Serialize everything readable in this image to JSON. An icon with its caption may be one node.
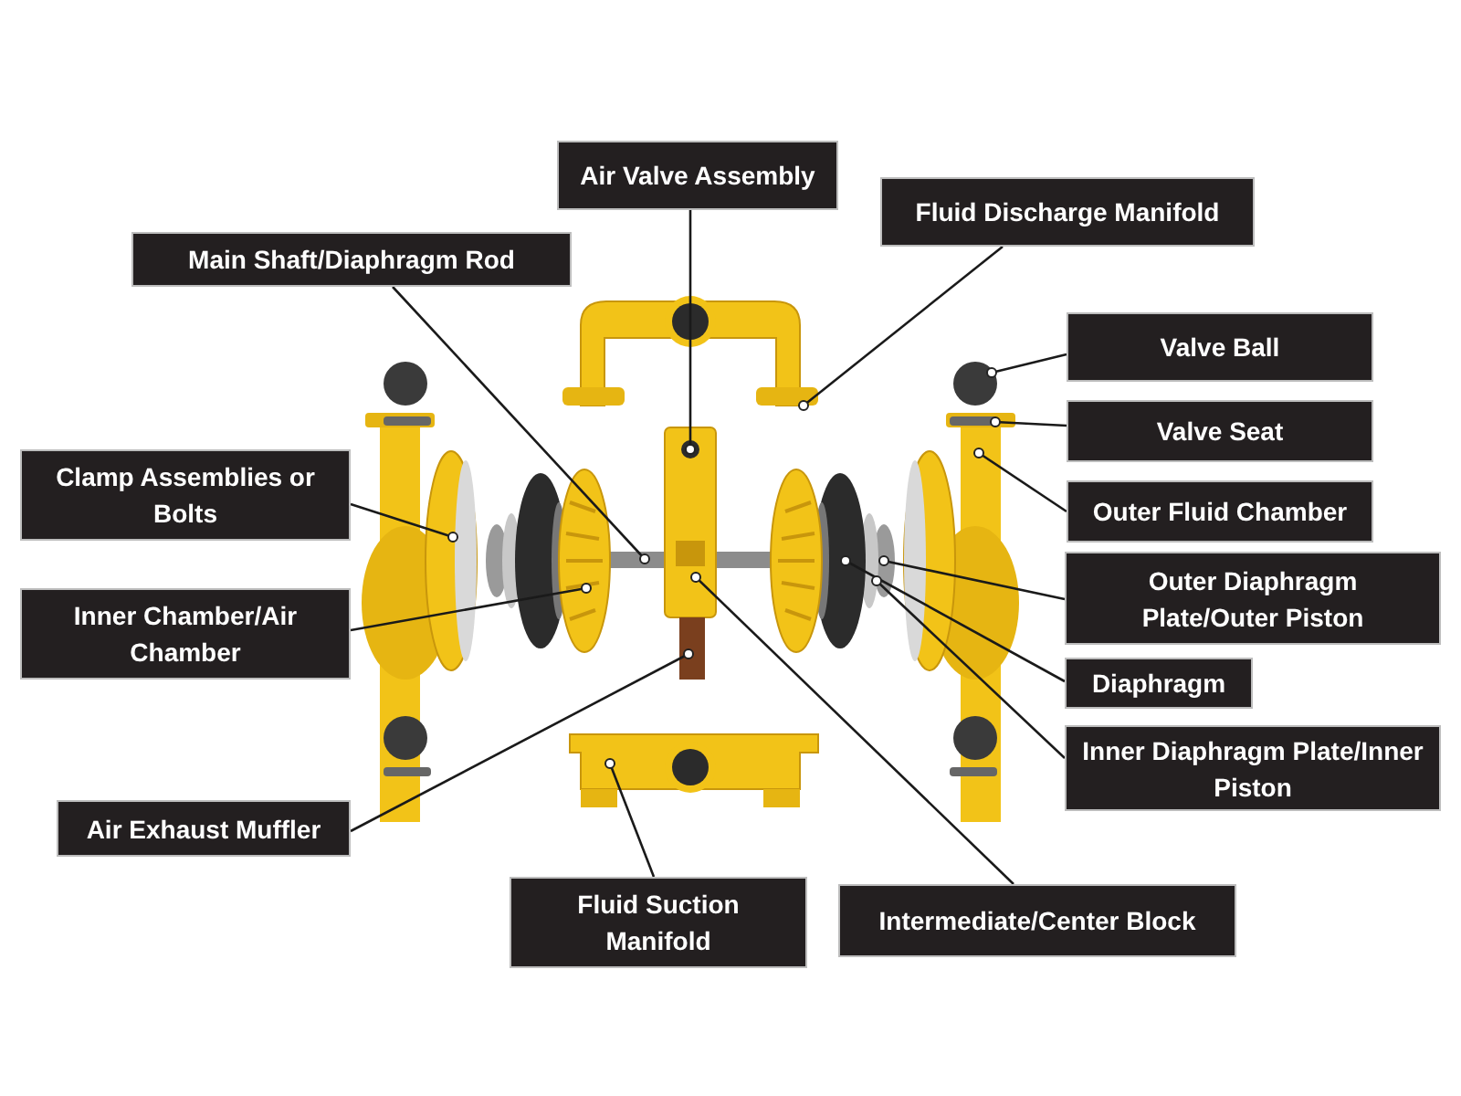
{
  "diagram": {
    "nodes": [
      {
        "text": [
          "Air Valve Assembly"
        ]
      },
      {
        "text": [
          "Main Shaft/Diaphragm Rod"
        ]
      },
      {
        "text": [
          "Fluid Discharge Manifold"
        ]
      },
      {
        "text": [
          "Valve Ball"
        ]
      },
      {
        "text": [
          "Valve Seat"
        ]
      },
      {
        "text": [
          "Outer Fluid Chamber"
        ]
      },
      {
        "text": [
          "Outer Diaphragm Plate/Outer Piston"
        ]
      },
      {
        "text": [
          "Diaphragm"
        ]
      },
      {
        "text": [
          "Inner Diaphragm Plate/Inner Piston"
        ]
      },
      {
        "text": [
          "Clamp Assemblies or Bolts"
        ]
      },
      {
        "text": [
          "Inner Chamber/Air Chamber"
        ]
      },
      {
        "text": [
          "Air Exhaust Muffler"
        ]
      },
      {
        "text": [
          "Fluid Suction Manifold"
        ]
      },
      {
        "text": [
          "Intermediate/Center Block"
        ]
      }
    ],
    "edges": [
      {
        "from": 0,
        "to": null,
        "arrow": "other"
      },
      {
        "from": 1,
        "to": null,
        "arrow": "other"
      },
      {
        "from": 2,
        "to": null,
        "arrow": "other"
      },
      {
        "from": 3,
        "to": null,
        "arrow": "other"
      },
      {
        "from": 4,
        "to": null,
        "arrow": "other"
      },
      {
        "from": 5,
        "to": null,
        "arrow": "other"
      },
      {
        "from": 6,
        "to": null,
        "arrow": "other"
      },
      {
        "from": 7,
        "to": null,
        "arrow": "other"
      },
      {
        "from": 8,
        "to": null,
        "arrow": "other"
      },
      {
        "from": 9,
        "to": null,
        "arrow": "other"
      },
      {
        "from": 10,
        "to": null,
        "arrow": "other"
      },
      {
        "from": 11,
        "to": null,
        "arrow": "other"
      },
      {
        "from": 12,
        "to": null,
        "arrow": "other"
      },
      {
        "from": 13,
        "to": null,
        "arrow": "other"
      }
    ]
  }
}
